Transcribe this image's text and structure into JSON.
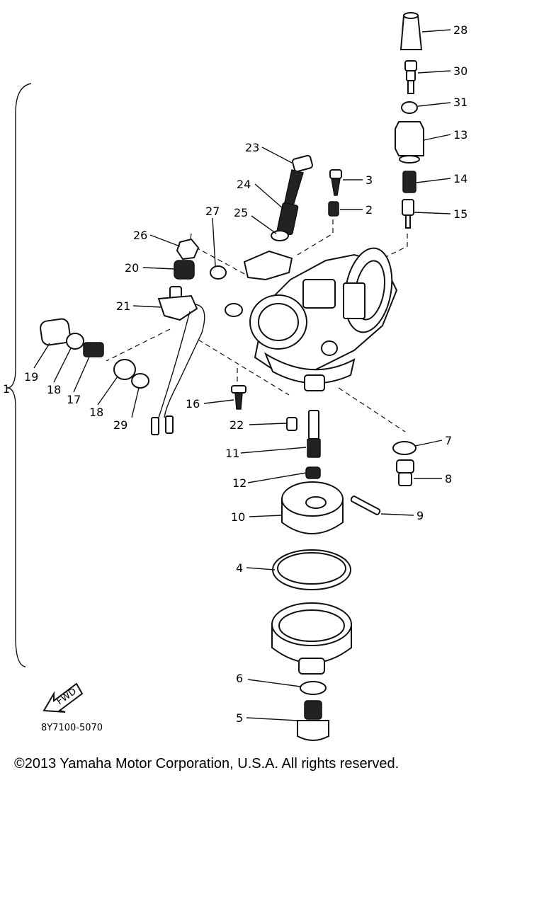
{
  "diagram": {
    "part_numbers": [
      "1",
      "2",
      "3",
      "4",
      "5",
      "6",
      "7",
      "8",
      "9",
      "10",
      "11",
      "12",
      "13",
      "14",
      "15",
      "16",
      "17",
      "18",
      "18",
      "19",
      "20",
      "21",
      "22",
      "23",
      "24",
      "25",
      "26",
      "27",
      "28",
      "29",
      "30",
      "31"
    ],
    "drawing_code": "8Y7100-5070",
    "arrow_text": "FWD"
  },
  "footer": {
    "copyright": "©2013 Yamaha Motor Corporation, U.S.A. All rights reserved."
  }
}
